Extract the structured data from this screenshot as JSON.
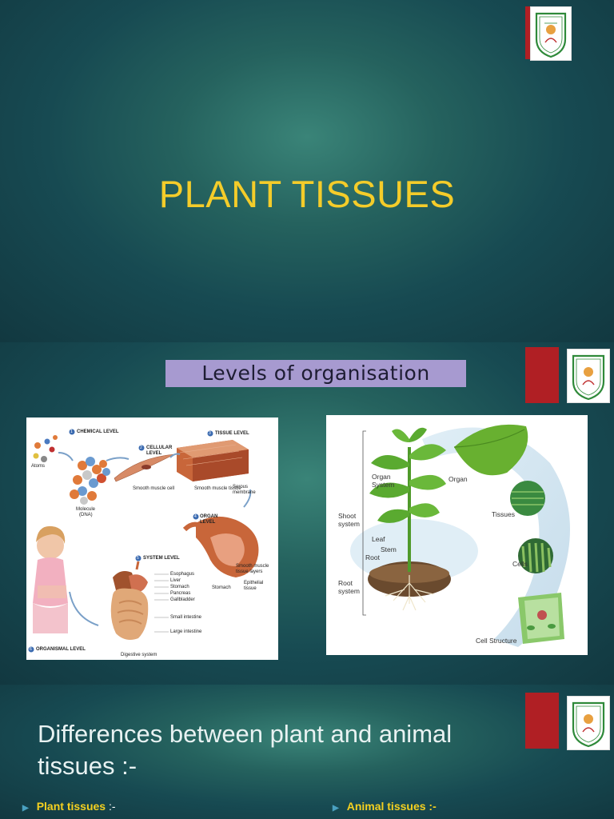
{
  "slide1": {
    "title": "PLANT TISSUES"
  },
  "slide2": {
    "heading": "Levels of organisation",
    "human_diagram": {
      "chemical_level": "CHEMICAL LEVEL",
      "atoms": "Atoms",
      "molecule": "Molecule",
      "dna": "(DNA)",
      "cellular_level_1": "CELLULAR",
      "cellular_level_2": "LEVEL",
      "smooth_muscle_cell": "Smooth muscle cell",
      "tissue_level": "TISSUE LEVEL",
      "smooth_muscle_tissue": "Smooth muscle tissue",
      "serous_1": "Serous",
      "serous_2": "membrane",
      "organ_level_1": "ORGAN",
      "organ_level_2": "LEVEL",
      "stomach": "Stomach",
      "smooth_muscle_layers_1": "Smooth muscle",
      "smooth_muscle_layers_2": "tissue layers",
      "epithelial_1": "Epithelial",
      "epithelial_2": "tissue",
      "system_level": "SYSTEM LEVEL",
      "esophagus": "Esophagus",
      "liver": "Liver",
      "stomach2": "Stomach",
      "pancreas": "Pancreas",
      "gallbladder": "Gallbladder",
      "small_intestine": "Small intestine",
      "large_intestine": "Large intestine",
      "digestive_system": "Digestive system",
      "organismal_level": "ORGANISMAL LEVEL",
      "n1": "1",
      "n2": "2",
      "n3": "3",
      "n4": "4",
      "n5": "5",
      "n6": "6"
    },
    "plant_diagram": {
      "organ_system_1": "Organ",
      "organ_system_2": "System",
      "organ": "Organ",
      "shoot_1": "Shoot",
      "shoot_2": "system",
      "tissues": "Tissues",
      "leaf": "Leaf",
      "stem": "Stem",
      "root": "Root",
      "root_system_1": "Root",
      "root_system_2": "system",
      "cells": "Cells",
      "cell_structure": "Cell Structure"
    }
  },
  "slide3": {
    "heading": "Differences between plant and animal tissues :-",
    "bullet_plant": "Plant tissues",
    "bullet_plant_suffix": " :-",
    "bullet_animal": "Animal tissues :-"
  },
  "colors": {
    "title": "#f4cc2a",
    "logo_bar": "#b01f24",
    "heading_bg": "#a79ad0"
  }
}
